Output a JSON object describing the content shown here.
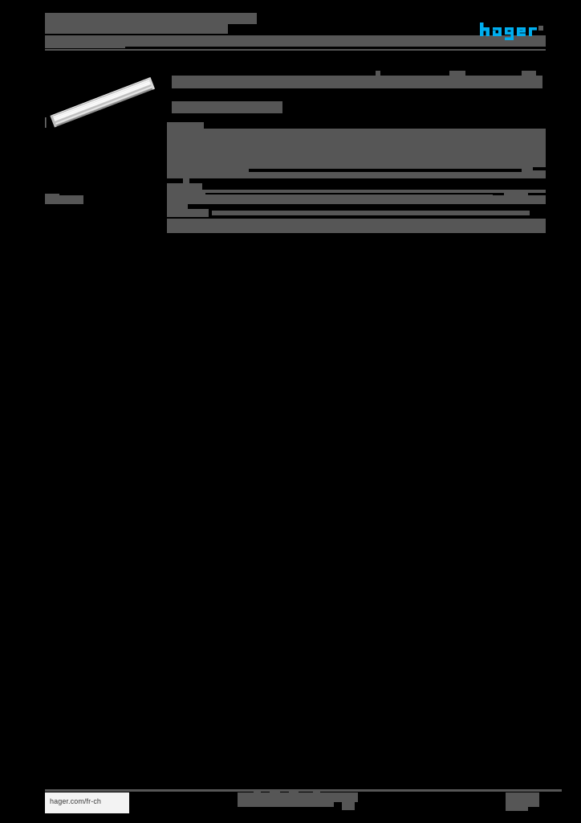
{
  "document": {
    "type": "product-datasheet",
    "background_color": "#000000",
    "redaction_color": "#565656"
  },
  "header": {
    "title_redacted": true,
    "subtitle_redacted": true,
    "logo": {
      "name": "hager",
      "text": "hager",
      "color": "#00AEEF"
    }
  },
  "product_image": {
    "icon": "din-rail-product-image",
    "description_redacted": true
  },
  "left_column": {
    "caption_redacted": true
  },
  "main": {
    "heading_redacted": true,
    "subheading_redacted": true,
    "table": {
      "rows": [
        {
          "label_redacted": true,
          "value_redacted": true,
          "banded": true
        },
        {
          "label_redacted": true,
          "value_redacted": true,
          "banded": true
        },
        {
          "label_redacted": true,
          "value_redacted": true,
          "banded": true
        },
        {
          "label_redacted": true,
          "value_redacted": true,
          "banded": false
        },
        {
          "label_redacted": true,
          "value_redacted": true,
          "banded": true
        },
        {
          "label_redacted": true,
          "value_redacted": true,
          "banded": false
        },
        {
          "label_redacted": true,
          "value_redacted": true,
          "banded": true
        }
      ]
    }
  },
  "footer": {
    "url": "hager.com/fr-ch",
    "center_redacted": true,
    "page_number_redacted": true
  }
}
